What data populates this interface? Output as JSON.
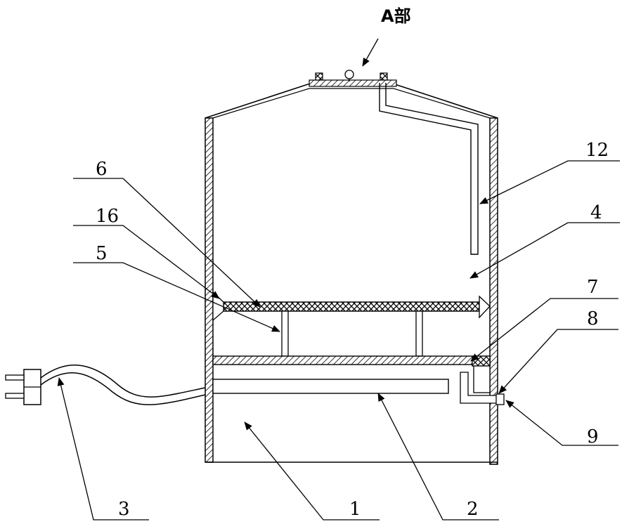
{
  "diagram": {
    "top_callout": "A部",
    "labels": {
      "n1": "1",
      "n2": "2",
      "n3": "3",
      "n4": "4",
      "n5": "5",
      "n6": "6",
      "n7": "7",
      "n8": "8",
      "n9": "9",
      "n12": "12",
      "n16": "16"
    }
  }
}
